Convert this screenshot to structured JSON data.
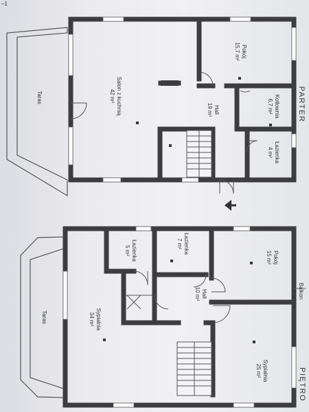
{
  "page_mark": "–1",
  "parter": {
    "title": "PARTER",
    "terrace": "Taras",
    "rooms": [
      {
        "name": "Salon z kuchnią",
        "area": "42 m²"
      },
      {
        "name": "Pokój",
        "area": "15,7 m²"
      },
      {
        "name": "Hall",
        "area": "19 m²"
      },
      {
        "name": "Kotłownia",
        "area": "6,7 m²"
      },
      {
        "name": "Łazienka",
        "area": "4 m²"
      }
    ]
  },
  "pietro": {
    "title": "PIĘTRO",
    "terrace": "Taras",
    "balcony": "Balkon",
    "rooms": [
      {
        "name": "Sypialnia",
        "area": "34 m²"
      },
      {
        "name": "Łazienka",
        "area": "5 m²"
      },
      {
        "name": "Łazienka",
        "area": "7 m²"
      },
      {
        "name": "Hall",
        "area": "10 m²"
      },
      {
        "name": "Pokój",
        "area": "15 m²"
      },
      {
        "name": "Sypialnia",
        "area": "25 m²"
      }
    ]
  },
  "colors": {
    "wall": "#3d3d40",
    "paper": "#f1f1f3",
    "text": "#333333"
  }
}
